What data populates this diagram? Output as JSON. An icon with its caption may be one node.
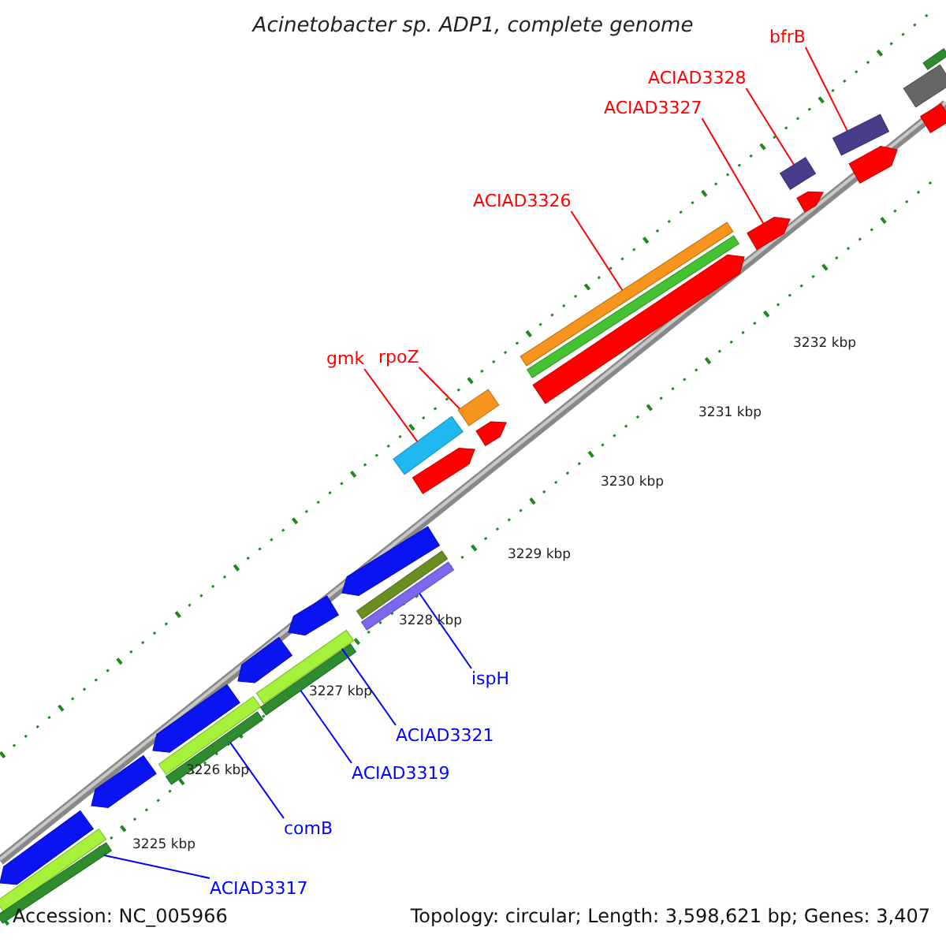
{
  "diagram": {
    "title": "Acinetobacter sp. ADP1, complete genome",
    "nodes": [
      {
        "text": [
          "gmk"
        ]
      },
      {
        "text": [
          "rpoZ"
        ]
      },
      {
        "text": [
          "ACIAD3326"
        ]
      },
      {
        "text": [
          "ACIAD3327"
        ]
      },
      {
        "text": [
          "ACIAD3328"
        ]
      },
      {
        "text": [
          "bfrB"
        ]
      },
      {
        "text": [
          "ispH"
        ]
      },
      {
        "text": [
          "ACIAD3321"
        ]
      },
      {
        "text": [
          "ACIAD3319"
        ]
      },
      {
        "text": [
          "comB"
        ]
      },
      {
        "text": [
          "ACIAD3317"
        ]
      },
      {
        "text": [],
        "shape": "bar"
      },
      {
        "text": [],
        "shape": "bar"
      },
      {
        "text": [],
        "shape": "bar"
      },
      {
        "text": [],
        "shape": "bar"
      },
      {
        "text": [],
        "shape": "bar"
      },
      {
        "text": [],
        "shape": "bar"
      },
      {
        "text": [],
        "shape": "bar"
      },
      {
        "text": [],
        "shape": "bar"
      },
      {
        "text": [],
        "shape": "bar"
      },
      {
        "text": [],
        "shape": "bar"
      },
      {
        "text": [],
        "shape": "bar"
      },
      {
        "text": [],
        "shape": "bar"
      },
      {
        "text": [],
        "shape": "bar"
      },
      {
        "text": [],
        "shape": "bar"
      },
      {
        "text": [],
        "shape": "bar"
      },
      {
        "text": [],
        "shape": "bar"
      },
      {
        "text": [],
        "shape": "bar"
      },
      {
        "text": [],
        "shape": "bar"
      },
      {
        "text": [],
        "shape": "bar"
      },
      {
        "text": [],
        "shape": "bar"
      },
      {
        "text": [],
        "shape": "bar"
      },
      {
        "text": [],
        "shape": "bar"
      },
      {
        "text": [],
        "shape": "bar"
      },
      {
        "text": [],
        "shape": "bar"
      },
      {
        "text": [],
        "shape": "bar"
      },
      {
        "text": [],
        "shape": "bar"
      },
      {
        "text": [],
        "shape": "bar"
      },
      {
        "text": [],
        "shape": "bar"
      },
      {
        "text": [],
        "shape": "bar"
      }
    ],
    "edges": [
      {
        "from": 0,
        "to": 11,
        "arrow": "none"
      },
      {
        "from": 1,
        "to": 12,
        "arrow": "none"
      },
      {
        "from": 2,
        "to": 15,
        "arrow": "none"
      },
      {
        "from": 3,
        "to": 18,
        "arrow": "none"
      },
      {
        "from": 4,
        "to": 19,
        "arrow": "none"
      },
      {
        "from": 5,
        "to": 21,
        "arrow": "none"
      },
      {
        "from": 6,
        "to": 27,
        "arrow": "none",
        "color": "#0000ff"
      },
      {
        "from": 7,
        "to": 33,
        "arrow": "none",
        "color": "#0000ff"
      },
      {
        "from": 8,
        "to": 34,
        "arrow": "none",
        "color": "#0000ff"
      },
      {
        "from": 9,
        "to": 32,
        "arrow": "none",
        "color": "#0000ff"
      },
      {
        "from": 10,
        "to": 38,
        "arrow": "none",
        "color": "#0000ff"
      }
    ],
    "labels": [
      "3232 kbp",
      "3231 kbp",
      "3230 kbp",
      "3229 kbp",
      "3228 kbp",
      "3227 kbp",
      "3226 kbp",
      "3225 kbp",
      "Accession: NC_005966",
      "Topology: circular; Length: 3,598,621 bp; Genes: 3,407"
    ]
  }
}
